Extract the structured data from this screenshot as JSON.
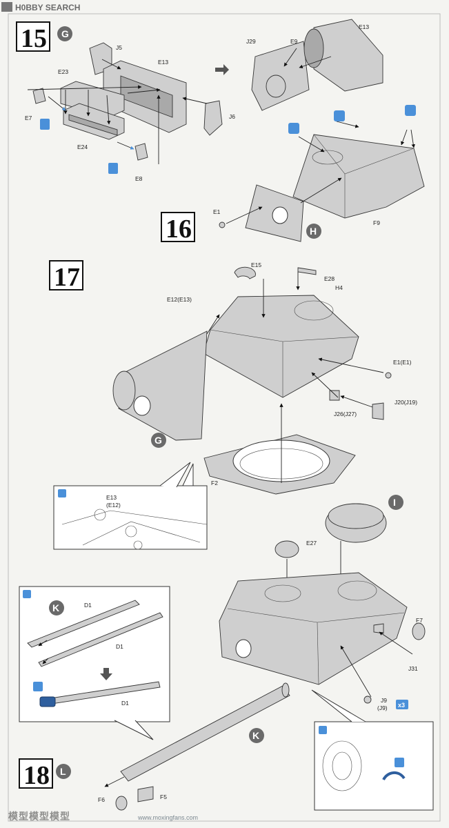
{
  "watermarks": {
    "top_brand": "H0BBY SEARCH",
    "bottom_cn": "模型模型模型",
    "bottom_url": "www.moxingfans.com"
  },
  "steps": [
    {
      "number": "15",
      "sub": "G"
    },
    {
      "number": "16",
      "sub": "H"
    },
    {
      "number": "17"
    },
    {
      "number": "18",
      "sub": "L"
    }
  ],
  "callouts": [
    "I",
    "K",
    "K",
    "G"
  ],
  "labels": {
    "s15": [
      "J5",
      "E13",
      "E23",
      "E7",
      "E24",
      "E8",
      "J6",
      "J29",
      "E9",
      "E13"
    ],
    "s16": [
      "E1",
      "F9"
    ],
    "s17": [
      "E15",
      "E28",
      "H4",
      "E12(E13)",
      "E1(E1)",
      "J20(J19)",
      "J26(J27)",
      "F2"
    ],
    "s17_detail": [
      "E13",
      "(E12)"
    ],
    "s18": [
      "E27",
      "F7",
      "J31",
      "J9",
      "(J9)",
      "D1",
      "D1",
      "D1",
      "F6",
      "F5"
    ]
  },
  "badges": {
    "x3": "x3"
  },
  "colors": {
    "paper": "#f4f4f1",
    "accent_blue": "#4a90d9",
    "callout_grey": "#6a6a6a",
    "ink": "#222222"
  }
}
